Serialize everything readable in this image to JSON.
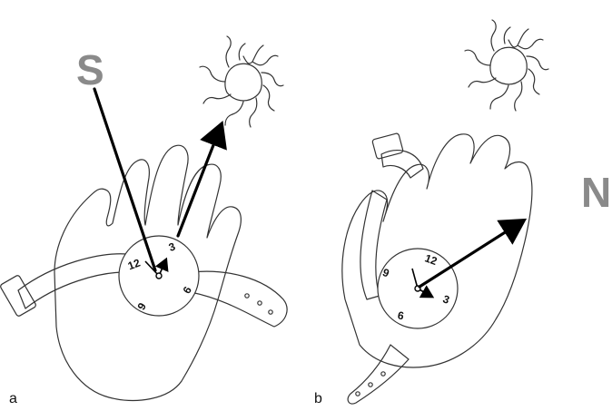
{
  "panels": [
    {
      "id": "a",
      "label": "a",
      "direction_letter": "S",
      "clock_numbers": {
        "twelve": "12",
        "three": "3",
        "six": "6",
        "nine": "9"
      }
    },
    {
      "id": "b",
      "label": "b",
      "direction_letter": "N",
      "clock_numbers": {
        "twelve": "12",
        "three": "3",
        "six": "6",
        "nine": "9"
      }
    }
  ],
  "colors": {
    "direction_letter": "#8a8a8a",
    "arrow": "#000000",
    "outline": "#333333"
  },
  "icons": [
    "sun-icon",
    "watch-icon",
    "hand-icon"
  ]
}
